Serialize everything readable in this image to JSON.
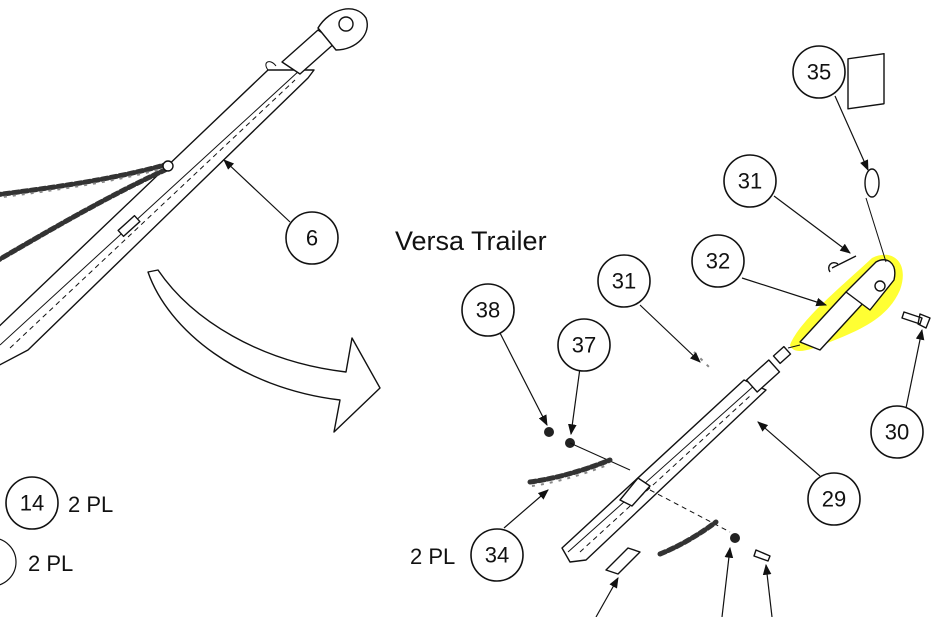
{
  "title": "Versa Trailer",
  "colors": {
    "highlight": "#ffff33",
    "ink": "#111111"
  },
  "balloons": {
    "b6": "6",
    "b14": "14",
    "b35": "35",
    "b31a": "31",
    "b32": "32",
    "b31b": "31",
    "b38": "38",
    "b37": "37",
    "b30": "30",
    "b29": "29",
    "b34": "34"
  },
  "labels": {
    "pl_14": "2 PL",
    "pl_lower": "2 PL",
    "pl_34": "2 PL"
  }
}
